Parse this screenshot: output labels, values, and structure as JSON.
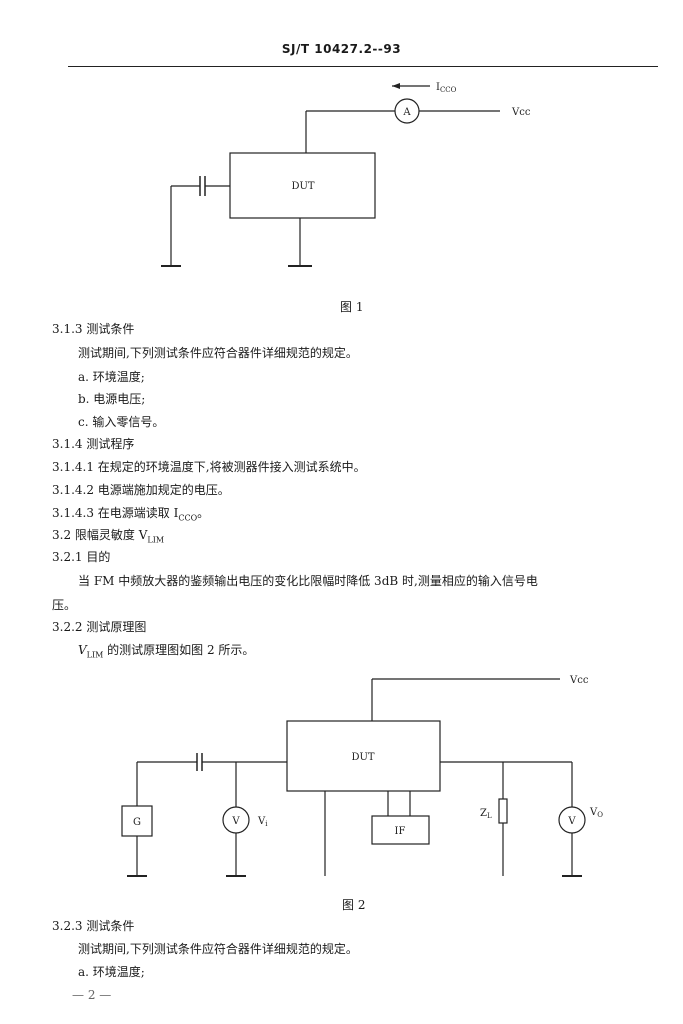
{
  "header": {
    "std_id": "SJ/T 10427.2--93"
  },
  "figure1": {
    "dut": "DUT",
    "current": "I",
    "current_sub": "CCO",
    "meter": "A",
    "vcc": "Vcc",
    "caption": "图 1"
  },
  "body": [
    {
      "key": "l1",
      "text": "3.1.3  测试条件"
    },
    {
      "key": "l2",
      "text": "测试期间,下列测试条件应符合器件详细规范的规定。"
    },
    {
      "key": "l3",
      "text": "a.   环境温度;"
    },
    {
      "key": "l4",
      "text": "b.   电源电压;"
    },
    {
      "key": "l5",
      "text": "c.   输入零信号。"
    },
    {
      "key": "l6",
      "text": "3.1.4  测试程序"
    },
    {
      "key": "l7",
      "text": "3.1.4.1  在规定的环境温度下,将被测器件接入测试系统中。"
    },
    {
      "key": "l8",
      "text": "3.1.4.2  电源端施加规定的电压。"
    },
    {
      "key": "l9",
      "text": "3.1.4.3  在电源端读取 I"
    },
    {
      "key": "l10",
      "text": "3.2  限幅灵敏度 V"
    },
    {
      "key": "l11",
      "text": "3.2.1  目的"
    },
    {
      "key": "l12",
      "text": "当 FM 中频放大器的鉴频输出电压的变化比限幅时降低 3dB 时,测量相应的输入信号电"
    },
    {
      "key": "l13",
      "text": "压。"
    },
    {
      "key": "l14",
      "text": "3.2.2  测试原理图"
    },
    {
      "key": "l15",
      "text": "V"
    },
    {
      "key": "l16",
      "text": "3.2.3  测试条件"
    },
    {
      "key": "l17",
      "text": "测试期间,下列测试条件应符合器件详细规范的规定。"
    },
    {
      "key": "l18",
      "text": "a.   环境温度;"
    }
  ],
  "subs": {
    "icco": "CCO",
    "icco_tail": "。",
    "vlim": "LIM",
    "vlim_tail": " 的测试原理图如图 2 所示。"
  },
  "figure2": {
    "dut": "DUT",
    "vcc": "Vcc",
    "gen": "G",
    "vi_meter": "V",
    "vi_label": "V",
    "vi_sub": "i",
    "if_box": "IF",
    "zl": "Z",
    "zl_sub": "L",
    "vo_meter": "V",
    "vo_label": "V",
    "vo_sub": "O",
    "caption": "图 2"
  },
  "page_number": "— 2 —"
}
